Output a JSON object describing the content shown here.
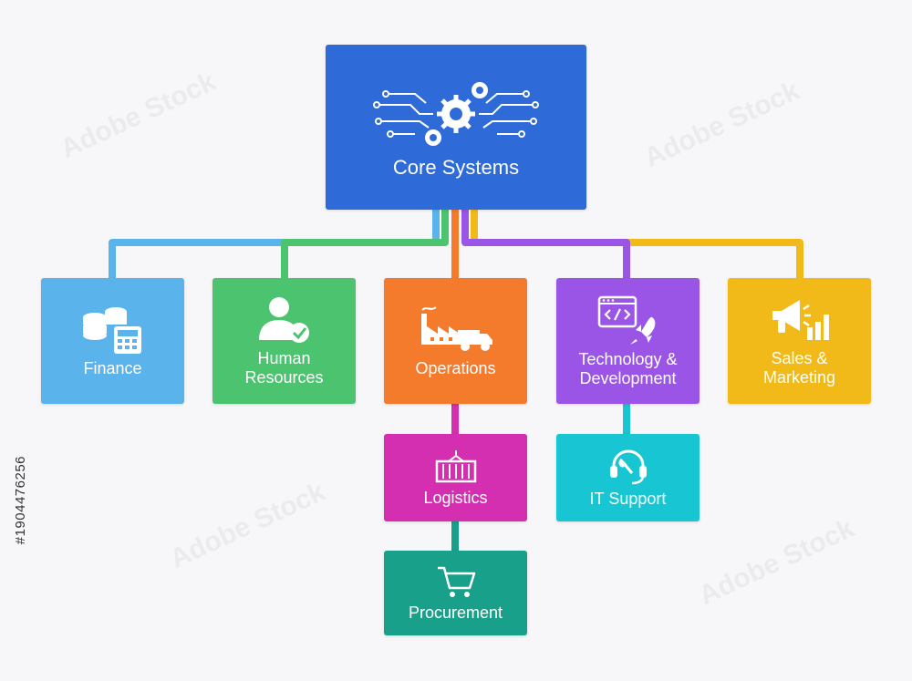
{
  "diagram": {
    "root": {
      "label": "Core Systems",
      "icon": "gears-circuit-icon",
      "color": "#2f6bd8"
    },
    "departments": [
      {
        "id": "finance",
        "label": "Finance",
        "icon": "coins-calculator-icon",
        "color": "#5bb3ec"
      },
      {
        "id": "hr",
        "label": "Human Resources",
        "icon": "user-check-icon",
        "color": "#4cc46f"
      },
      {
        "id": "operations",
        "label": "Operations",
        "icon": "factory-truck-icon",
        "color": "#f47a2c"
      },
      {
        "id": "tech",
        "label": "Technology & Development",
        "icon": "code-rocket-icon",
        "color": "#9b55e6"
      },
      {
        "id": "sales",
        "label": "Sales & Marketing",
        "icon": "megaphone-chart-icon",
        "color": "#f1ba18"
      }
    ],
    "sub_nodes": [
      {
        "id": "logistics",
        "parent": "operations",
        "label": "Logistics",
        "icon": "container-icon",
        "color": "#d42fb0"
      },
      {
        "id": "procurement",
        "parent": "logistics",
        "label": "Procurement",
        "icon": "cart-icon",
        "color": "#19a08a"
      },
      {
        "id": "it_support",
        "parent": "tech",
        "label": "IT Support",
        "icon": "headset-wrench-icon",
        "color": "#18c5d2"
      }
    ],
    "connector_colors": {
      "finance": "#5bb3ec",
      "hr": "#4cc46f",
      "operations": "#f47a2c",
      "tech": "#9b55e6",
      "sales": "#f1ba18",
      "logistics": "#d42fb0",
      "procurement": "#19a08a",
      "it_support": "#18c5d2"
    }
  },
  "watermark": {
    "stock_id": "#1904476256",
    "text": "Adobe Stock"
  }
}
